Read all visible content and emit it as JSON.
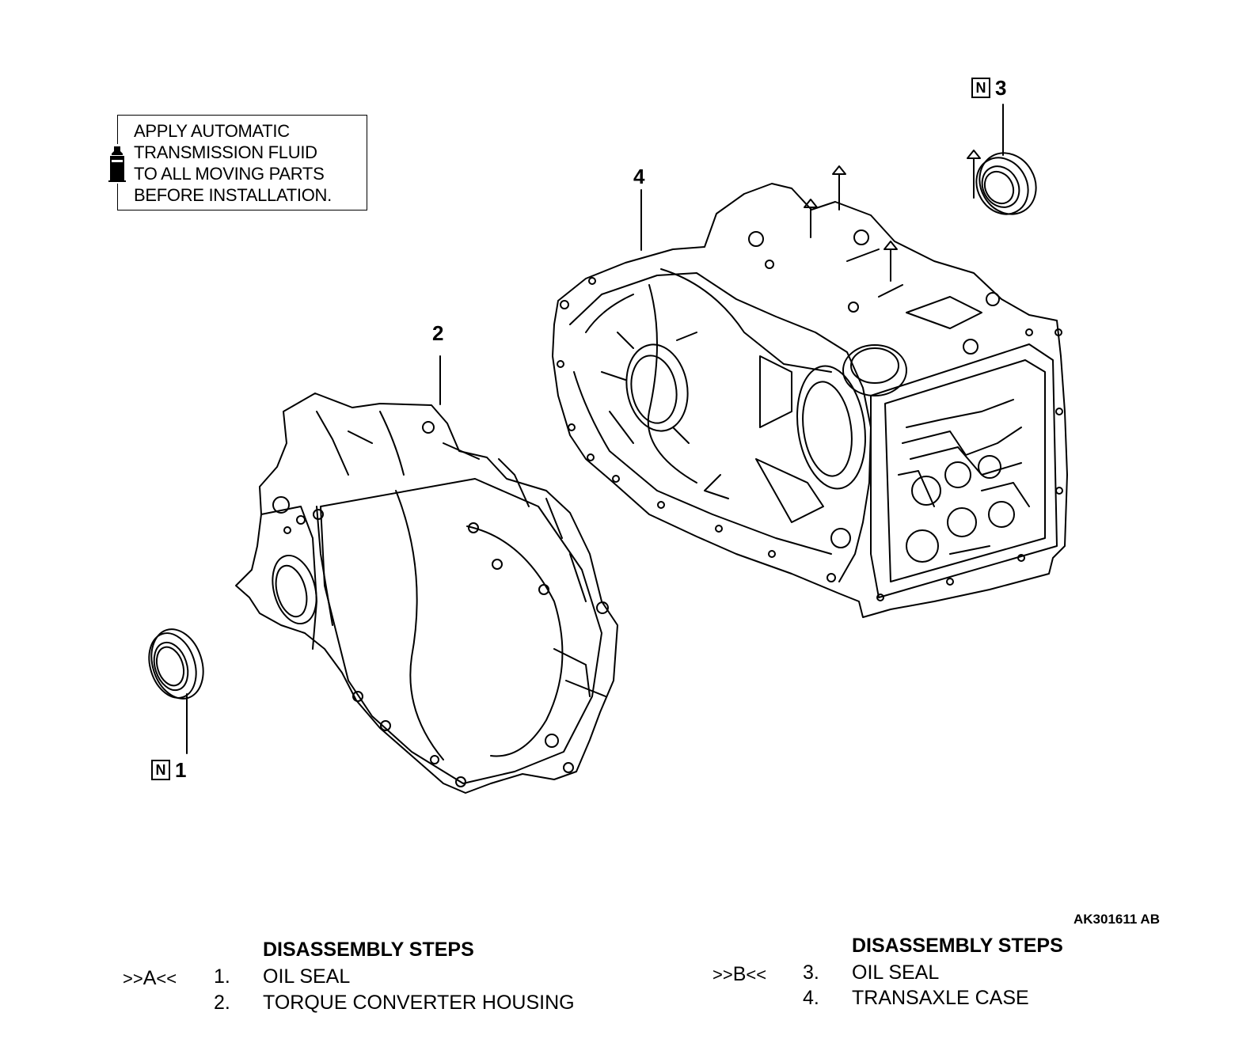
{
  "note": {
    "lines": [
      "APPLY AUTOMATIC",
      "TRANSMISSION FLUID",
      "TO ALL MOVING PARTS",
      "BEFORE INSTALLATION."
    ]
  },
  "callouts": {
    "c1": {
      "badge": "N",
      "number": "1"
    },
    "c2": {
      "number": "2"
    },
    "c3": {
      "badge": "N",
      "number": "3"
    },
    "c4": {
      "number": "4"
    }
  },
  "figure_id": "AK301611 AB",
  "steps_left": {
    "header": "DISASSEMBLY STEPS",
    "rows": [
      {
        "ref_prefix": ">>",
        "ref_letter": "A",
        "ref_suffix": "<<",
        "num": "1.",
        "name": "OIL SEAL"
      },
      {
        "ref_prefix": "",
        "ref_letter": "",
        "ref_suffix": "",
        "num": "2.",
        "name": "TORQUE CONVERTER HOUSING"
      }
    ]
  },
  "steps_right": {
    "header": "DISASSEMBLY STEPS",
    "rows": [
      {
        "ref_prefix": ">>",
        "ref_letter": "B",
        "ref_suffix": "<<",
        "num": "3.",
        "name": "OIL SEAL"
      },
      {
        "ref_prefix": "",
        "ref_letter": "",
        "ref_suffix": "",
        "num": "4.",
        "name": "TRANSAXLE CASE"
      }
    ]
  }
}
